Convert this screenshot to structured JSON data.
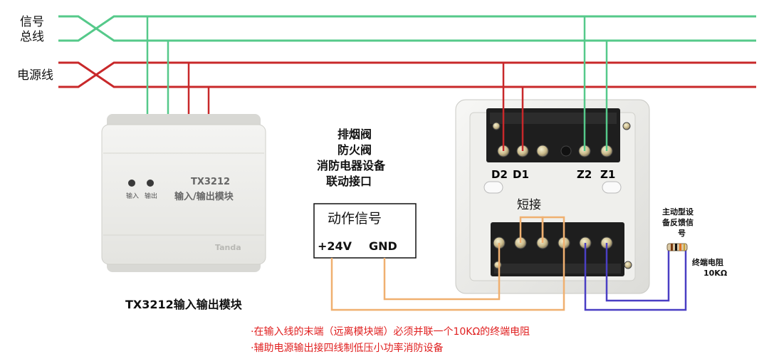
{
  "bus_labels": {
    "signal_line1": "信号",
    "signal_line2": "总线",
    "power": "电源线"
  },
  "module": {
    "model": "TX3212",
    "name": "输入/输出模块",
    "led_input": "输入",
    "led_output": "输出",
    "brand": "Tanda",
    "caption": "TX3212输入输出模块"
  },
  "device": {
    "lines": [
      "排烟阀",
      "防火阀",
      "消防电器设备",
      "联动接口"
    ]
  },
  "action_box": {
    "title": "动作信号",
    "plus": "+24V",
    "gnd": "GND"
  },
  "terminal_labels": {
    "d2": "D2",
    "d1": "D1",
    "z2": "Z2",
    "z1": "Z1",
    "short": "短接"
  },
  "feedback": {
    "lines": [
      "主动型设",
      "备反馈信",
      "号"
    ]
  },
  "resistor": {
    "line1": "终端电阻",
    "line2": "10KΩ"
  },
  "notes": [
    "·在输入线的末端（远离模块端）必须并联一个10KΩ的终端电阻",
    "·辅助电源输出接四线制低压小功率消防设备"
  ],
  "colors": {
    "signal": "#55c98a",
    "power": "#c8282a",
    "input_wire": "#f0b070",
    "feedback_wire": "#4a3fc4",
    "note": "#e02020"
  }
}
